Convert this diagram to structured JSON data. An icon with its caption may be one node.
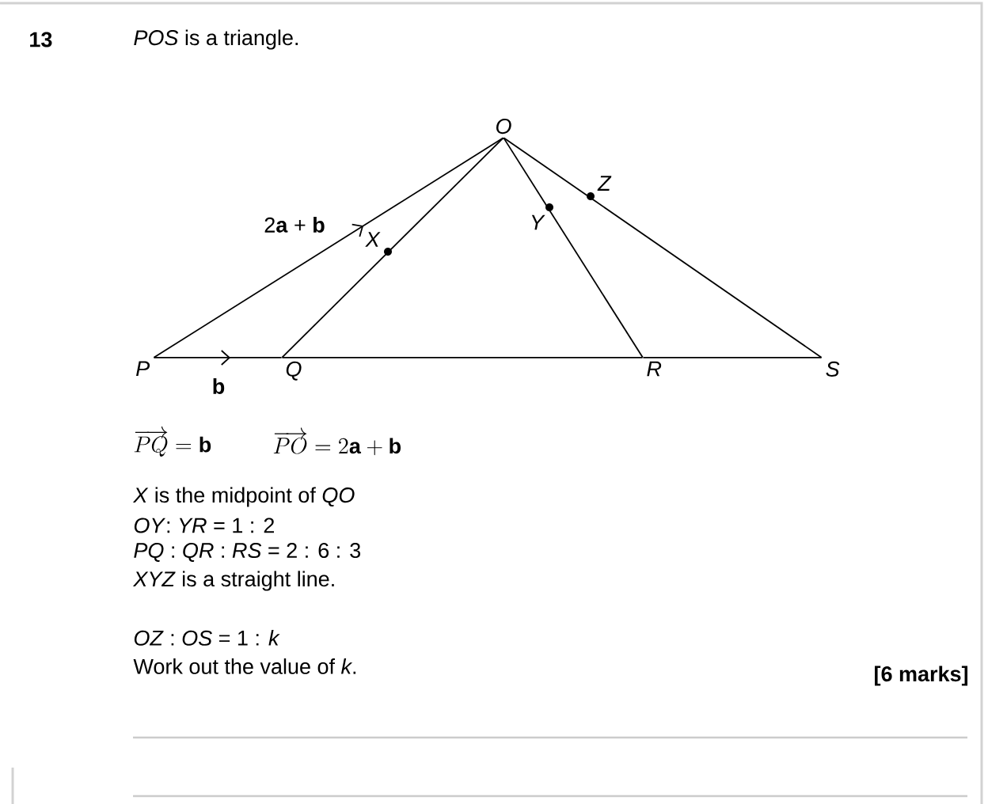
{
  "diagram": {
    "nodes": [
      {
        "text": [
          "*O*"
        ]
      },
      {
        "text": [
          "*X*"
        ]
      },
      {
        "text": [
          "*Y*"
        ]
      },
      {
        "text": [
          "*Z*"
        ]
      },
      {
        "text": [
          "*P*"
        ]
      },
      {
        "text": [
          "*Q*"
        ]
      },
      {
        "text": [
          "*R*"
        ]
      },
      {
        "text": [
          "*S*"
        ]
      }
    ],
    "edges": [
      {
        "from": 4,
        "to": 0,
        "arrow": "to",
        "label": "2**a** + **b**"
      },
      {
        "from": 4,
        "to": 5,
        "arrow": "to",
        "label": "**b**"
      },
      {
        "from": 5,
        "to": 6,
        "arrow": "none"
      },
      {
        "from": 6,
        "to": 7,
        "arrow": "none"
      },
      {
        "from": 0,
        "to": 5,
        "arrow": "none"
      },
      {
        "from": 0,
        "to": 6,
        "arrow": "none"
      },
      {
        "from": 0,
        "to": 7,
        "arrow": "none"
      }
    ],
    "labels": [
      "13",
      "*POS* is a triangle.",
      "\\overrightarrow{PQ} = \\mathbf{b}",
      "\\overrightarrow{PO} = 2\\mathbf{a} + \\mathbf{b}",
      "*X* is the midpoint of *QO*",
      "*OY*: *YR* = 1 : 2",
      "*PQ* : *QR* : *RS* = 2 : 6 : 3",
      "*XYZ* is a straight line.",
      "*OZ* : *OS* = 1 : *k*",
      "Work out the value of *k*.",
      "[6 marks]"
    ]
  }
}
